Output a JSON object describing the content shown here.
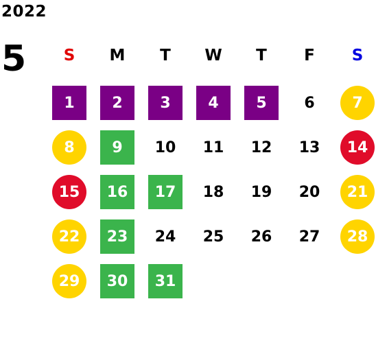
{
  "calendar": {
    "year": "2022",
    "month": "5",
    "weekday_headers": [
      {
        "label": "S",
        "color": "#e00000"
      },
      {
        "label": "M",
        "color": "#000000"
      },
      {
        "label": "T",
        "color": "#000000"
      },
      {
        "label": "W",
        "color": "#000000"
      },
      {
        "label": "T",
        "color": "#000000"
      },
      {
        "label": "F",
        "color": "#000000"
      },
      {
        "label": "S",
        "color": "#0000e0"
      }
    ],
    "legend_colors": {
      "purple": "#7a0085",
      "green": "#3bb44c",
      "yellow": "#ffd400",
      "red": "#e00c2a"
    },
    "weeks": [
      [
        {
          "day": "1",
          "style": "purple"
        },
        {
          "day": "2",
          "style": "purple"
        },
        {
          "day": "3",
          "style": "purple"
        },
        {
          "day": "4",
          "style": "purple"
        },
        {
          "day": "5",
          "style": "purple"
        },
        {
          "day": "6",
          "style": "plain"
        },
        {
          "day": "7",
          "style": "yellow"
        }
      ],
      [
        {
          "day": "8",
          "style": "yellow"
        },
        {
          "day": "9",
          "style": "green"
        },
        {
          "day": "10",
          "style": "plain"
        },
        {
          "day": "11",
          "style": "plain"
        },
        {
          "day": "12",
          "style": "plain"
        },
        {
          "day": "13",
          "style": "plain"
        },
        {
          "day": "14",
          "style": "red"
        }
      ],
      [
        {
          "day": "15",
          "style": "red"
        },
        {
          "day": "16",
          "style": "green"
        },
        {
          "day": "17",
          "style": "green"
        },
        {
          "day": "18",
          "style": "plain"
        },
        {
          "day": "19",
          "style": "plain"
        },
        {
          "day": "20",
          "style": "plain"
        },
        {
          "day": "21",
          "style": "yellow"
        }
      ],
      [
        {
          "day": "22",
          "style": "yellow"
        },
        {
          "day": "23",
          "style": "green"
        },
        {
          "day": "24",
          "style": "plain"
        },
        {
          "day": "25",
          "style": "plain"
        },
        {
          "day": "26",
          "style": "plain"
        },
        {
          "day": "27",
          "style": "plain"
        },
        {
          "day": "28",
          "style": "yellow"
        }
      ],
      [
        {
          "day": "29",
          "style": "yellow"
        },
        {
          "day": "30",
          "style": "green"
        },
        {
          "day": "31",
          "style": "green"
        }
      ]
    ]
  }
}
